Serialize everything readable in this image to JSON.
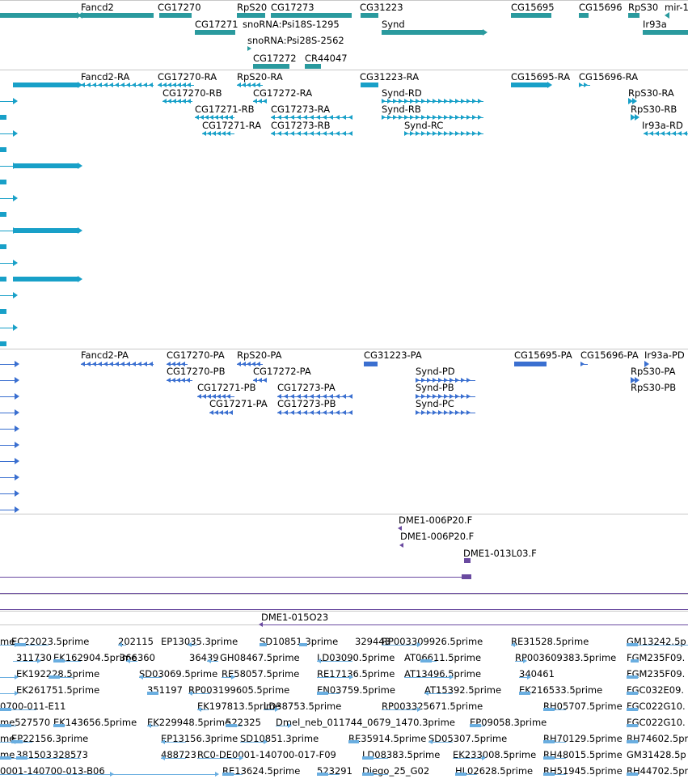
{
  "tracks": {
    "genes": {
      "color": "#2a9a9e",
      "labels": [
        "Fancd2",
        "CG17270",
        "RpS20",
        "CG17273",
        "CG31223",
        "CG15695",
        "CG15696",
        "RpS30",
        "mir-1",
        "CG17271",
        "snoRNA:Psi18S-1295",
        "Synd",
        "Ir93a",
        "snoRNA:Psi28S-2562",
        "CG17272",
        "CR44047"
      ]
    },
    "transcripts": {
      "color": "#18a0c8",
      "labels": [
        "Fancd2-RA",
        "CG17270-RA",
        "RpS20-RA",
        "CG31223-RA",
        "CG15695-RA",
        "CG15696-RA",
        "CG17270-RB",
        "CG17272-RA",
        "Synd-RD",
        "RpS30-RA",
        "CG17271-RB",
        "CG17273-RA",
        "Synd-RB",
        "RpS30-RB",
        "CG17271-RA",
        "CG17273-RB",
        "Synd-RC",
        "Ir93a-RD"
      ]
    },
    "proteins": {
      "color": "#3a6fd0",
      "labels": [
        "Fancd2-PA",
        "CG17270-PA",
        "RpS20-PA",
        "CG31223-PA",
        "CG15695-PA",
        "CG15696-PA",
        "Ir93a-PD",
        "CG17270-PB",
        "CG17272-PA",
        "Synd-PD",
        "RpS30-PA",
        "CG17271-PB",
        "CG17273-PA",
        "Synd-PB",
        "RpS30-PB",
        "CG17271-PA",
        "CG17273-PB",
        "Synd-PC"
      ]
    },
    "bac": {
      "color": "#6a4aa0",
      "labels": [
        "DME1-006P20.F",
        "DME1-006P20.F",
        "DME1-013L03.F",
        "DME1-015O23"
      ]
    },
    "est": {
      "color": "#6aaee0",
      "labels": [
        "me",
        "EC22023.5prime",
        "202115",
        "EP13035.3prime",
        "SD10851.3prime",
        "329443",
        "RP003309926.5prime",
        "RE31528.5prime",
        "GM13242.5p",
        "311730",
        "EK162904.5prime",
        "366360",
        "36439",
        "GH08467.5prime",
        "LD03090.5prime",
        "AT06611.5prime",
        "RP003609383.5prime",
        "FGM235F09.",
        "EK192228.5prime",
        "SD03069.5prime",
        "RE58057.5prime",
        "RE17136.5prime",
        "AT13496.5prime",
        "340461",
        "FGM235F09.",
        "EK261751.5prime",
        "351197",
        "RP003199605.5prime",
        "EN03759.5prime",
        "AT15392.5prime",
        "EK216533.5prime",
        "FGC032E09.",
        "0700-011-E11",
        "EK197813.5prime",
        "LD38753.5prime",
        "RP003325671.5prime",
        "RH05707.5prime",
        "FGC022G10.",
        "me527570",
        "EK143656.5prime",
        "EK229948.5prime",
        "522325",
        "Dmel_neb_011744_0679_1470.3prime",
        "EP09058.3prime",
        "FGC022G10.",
        "me",
        "EP22156.3prime",
        "EP13156.3prime",
        "SD10851.3prime",
        "RE35914.5prime",
        "SD05307.5prime",
        "RH70129.5prime",
        "RH74602.5pr",
        "me",
        "381503",
        "328573",
        "488723",
        "RC0-DE0001-140700-017-F09",
        "LD08383.5prime",
        "EK233008.5prime",
        "RH48015.5prime",
        "GM31428.5p",
        "0001-140700-013-B06",
        "RE13624.5prime",
        "523291",
        "Diego_25_G02",
        "HL02628.5prime",
        "RH51945.5prime",
        "RH44702.5pr"
      ]
    }
  }
}
